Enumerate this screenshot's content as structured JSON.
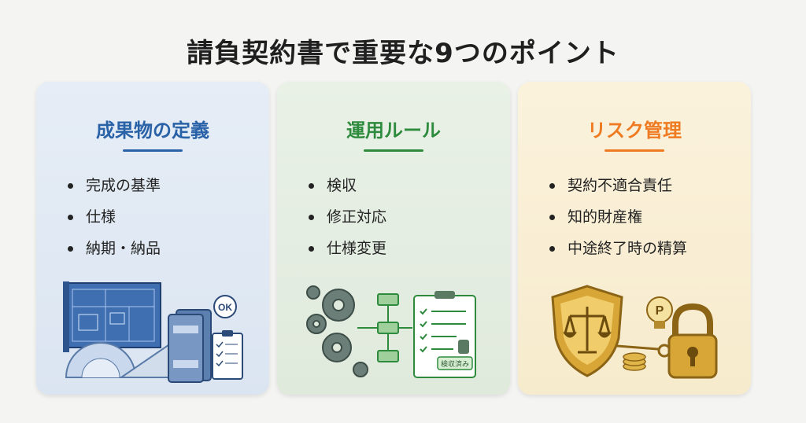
{
  "title": "請負契約書で重要な9つのポイント",
  "cards": [
    {
      "title": "成果物の定義",
      "color": "#2a62a8",
      "items": [
        "完成の基準",
        "仕様",
        "納期・納品"
      ],
      "illustration": "blueprint-binder-checklist-illustration",
      "badge_text": "OK"
    },
    {
      "title": "運用ルール",
      "color": "#2e8b3e",
      "items": [
        "検収",
        "修正対応",
        "仕様変更"
      ],
      "illustration": "gears-flowchart-clipboard-illustration",
      "stamp_text": "検収済み"
    },
    {
      "title": "リスク管理",
      "color": "#ee7a22",
      "items": [
        "契約不適合責任",
        "知的財産権",
        "中途終了時の精算"
      ],
      "illustration": "shield-scales-padlock-illustration",
      "bulb_text": "P"
    }
  ]
}
